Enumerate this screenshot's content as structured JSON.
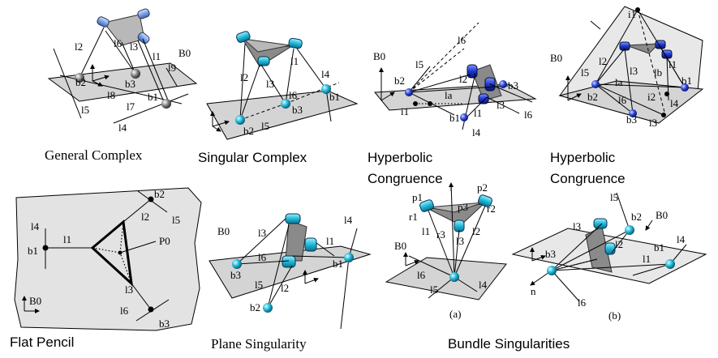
{
  "panels": {
    "general_complex": {
      "caption": "General Complex",
      "labels": {
        "l2": "l2",
        "l6": "l6",
        "l3": "l3",
        "l1": "l1",
        "l9": "l9",
        "l8": "l8",
        "l7": "l7",
        "l5": "l5",
        "l4": "l4",
        "b2": "b2",
        "b3": "b3",
        "b1": "b1",
        "B0": "B0"
      }
    },
    "singular_complex": {
      "caption": "Singular Complex",
      "labels": {
        "l1": "l1",
        "l2": "l2",
        "l3": "l3",
        "l4": "l4",
        "l5": "l5",
        "l6": "l6",
        "b1": "b1",
        "b2": "b2",
        "b3": "b3"
      }
    },
    "hyperbolic_1": {
      "caption_line1": "Hyperbolic",
      "caption_line2": "Congruence",
      "labels": {
        "B0": "B0",
        "l6": "l6",
        "l5": "l5",
        "l2": "l2",
        "la": "la",
        "l1": "l1",
        "l3": "l3",
        "l4": "l4",
        "l6b": "l6",
        "b2": "b2",
        "b3": "b3",
        "b1": "b1",
        "i1": "i1"
      }
    },
    "hyperbolic_2": {
      "caption_line1": "Hyperbolic",
      "caption_line2": "Congruence",
      "labels": {
        "i1": "i1",
        "B0": "B0",
        "l2": "l2",
        "l5": "l5",
        "l3": "l3",
        "la": "la",
        "lb": "lb",
        "l1": "l1",
        "l6": "l6",
        "l4": "l4",
        "b2": "b2",
        "b3": "b3",
        "b1": "b1",
        "i2": "i2",
        "i3": "i3"
      }
    },
    "flat_pencil": {
      "caption": "Flat Pencil",
      "labels": {
        "b2": "b2",
        "l2": "l2",
        "l5": "l5",
        "l4": "l4",
        "b1": "b1",
        "l1": "l1",
        "P0": "P0",
        "l3": "l3",
        "l6": "l6",
        "b3": "b3",
        "B0": "B0"
      }
    },
    "plane_singularity": {
      "caption": "Plane Singularity",
      "labels": {
        "B0": "B0",
        "l3": "l3",
        "l6": "l6",
        "l1": "l1",
        "l4": "l4",
        "b3": "b3",
        "b1": "b1",
        "l5": "l5",
        "l2": "l2",
        "b2": "b2"
      }
    },
    "bundle": {
      "caption": "Bundle Singularities",
      "sub_a": "(a)",
      "sub_b": "(b)",
      "labels_a": {
        "p1": "p1",
        "p2": "p2",
        "p3": "p3",
        "r1": "r1",
        "r2": "r2",
        "r3": "r3",
        "l1": "l1",
        "l2": "l2",
        "l3": "l3",
        "l4": "l4",
        "l5": "l5",
        "l6": "l6",
        "B0": "B0"
      },
      "labels_b": {
        "l5": "l5",
        "l3": "l3",
        "b2": "b2",
        "B0": "B0",
        "l2": "l2",
        "b1": "b1",
        "l1": "l1",
        "l4": "l4",
        "b3": "b3",
        "l6": "l6",
        "n": "n"
      }
    }
  }
}
